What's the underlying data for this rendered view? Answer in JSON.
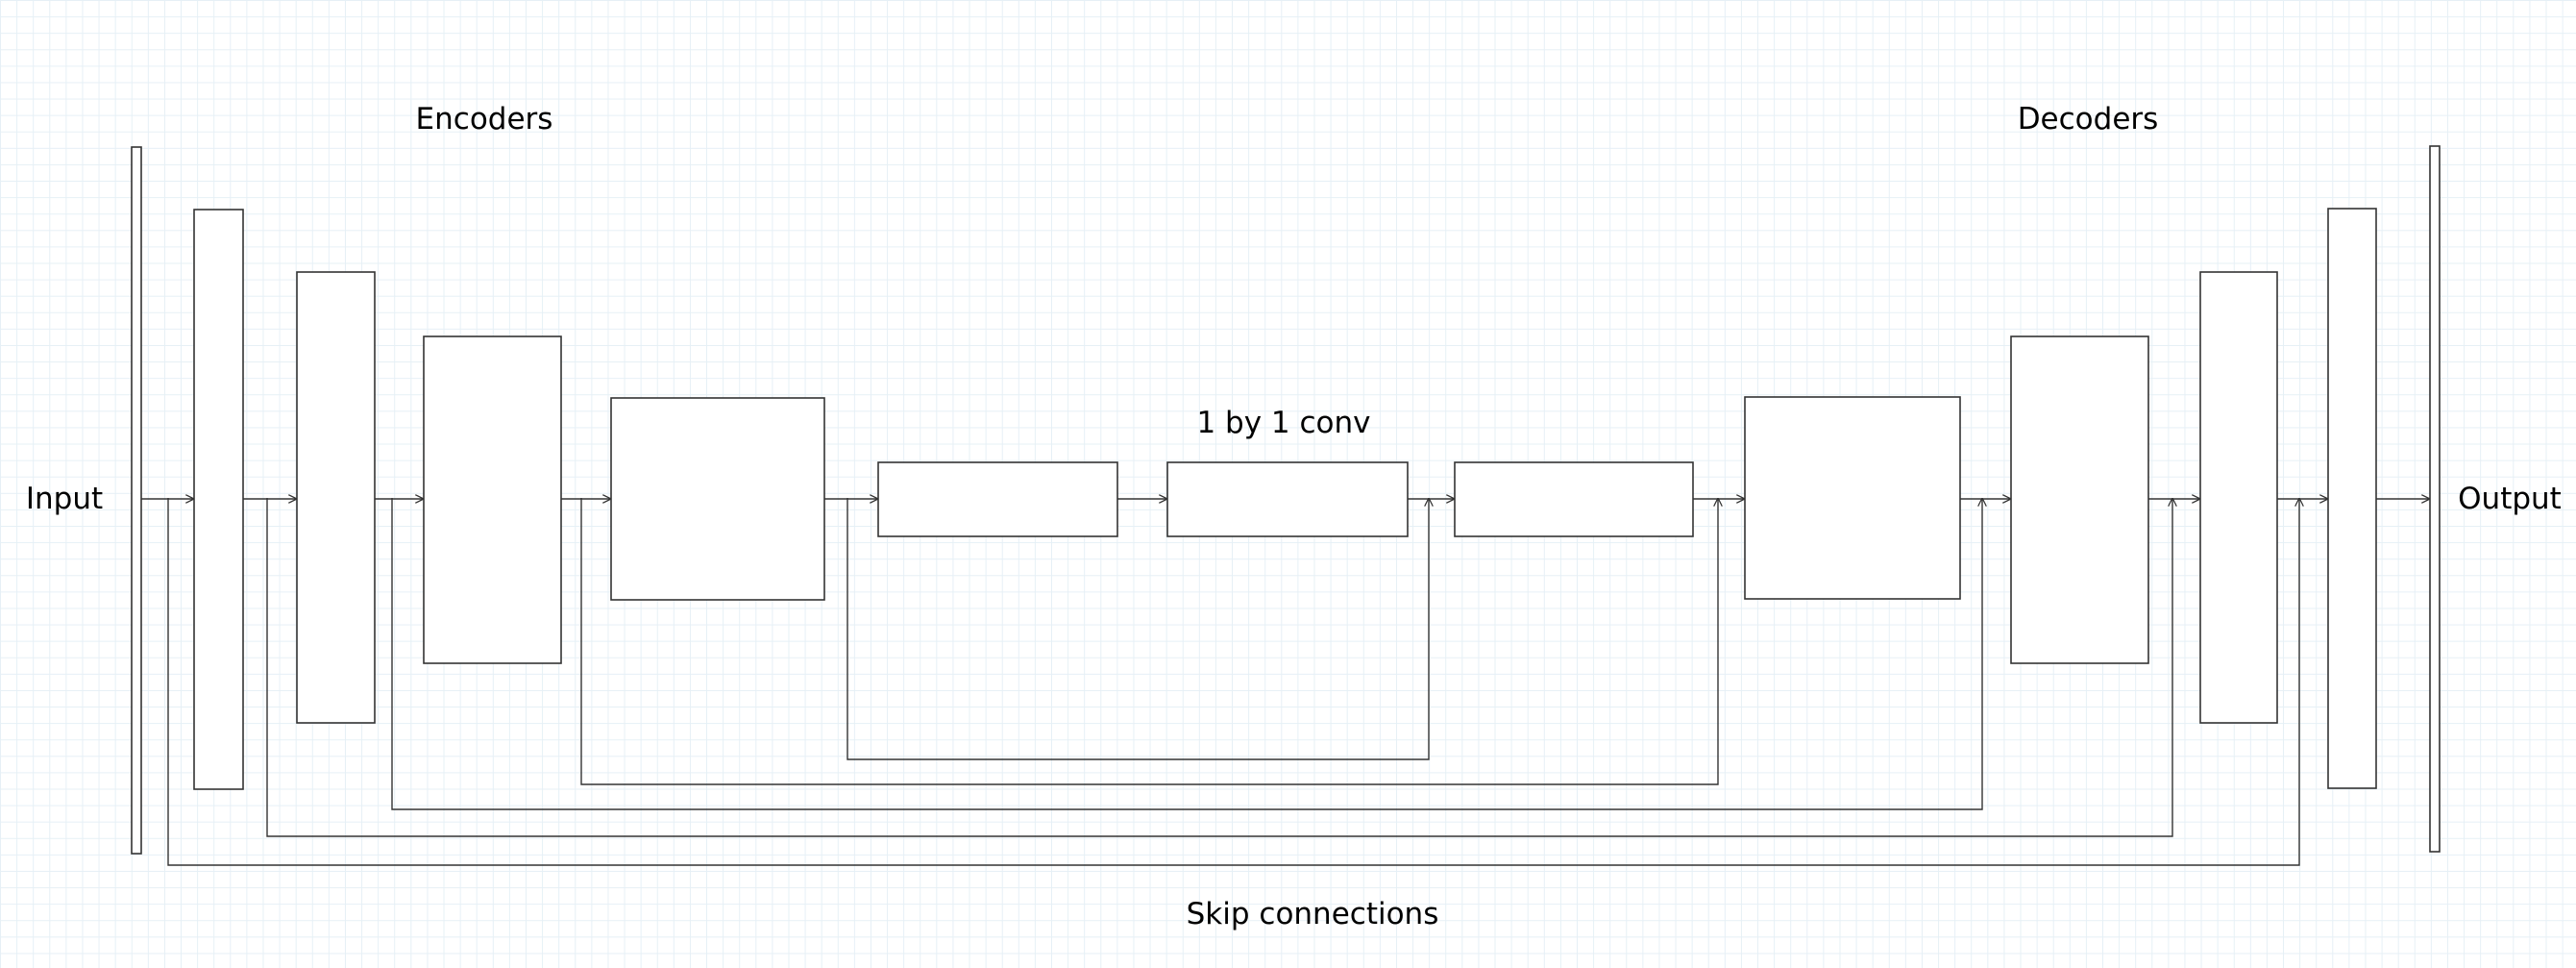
{
  "labels": {
    "encoders": "Encoders",
    "decoders": "Decoders",
    "input": "Input",
    "output": "Output",
    "bottleneck": "1 by 1 conv",
    "skip": "Skip connections"
  },
  "colors": {
    "line": "#333333",
    "grid": "#e6f0f6",
    "background": "#ffffff"
  }
}
